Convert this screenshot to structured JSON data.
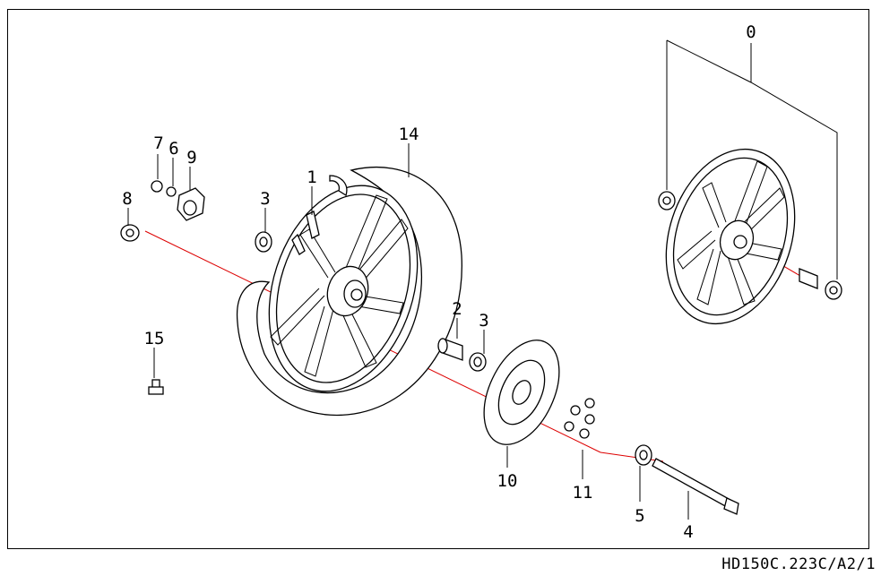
{
  "drawing_code": "HD150C.223C/A2/1",
  "colors": {
    "axis_line": "#dd0000",
    "ink": "#000000",
    "background": "#ffffff"
  },
  "callouts": {
    "n0": "0",
    "n1": "1",
    "n2": "2",
    "n3a": "3",
    "n3b": "3",
    "n4": "4",
    "n5": "5",
    "n6": "6",
    "n7": "7",
    "n8": "8",
    "n9": "9",
    "n10": "10",
    "n11": "11",
    "n14": "14",
    "n15": "15"
  }
}
